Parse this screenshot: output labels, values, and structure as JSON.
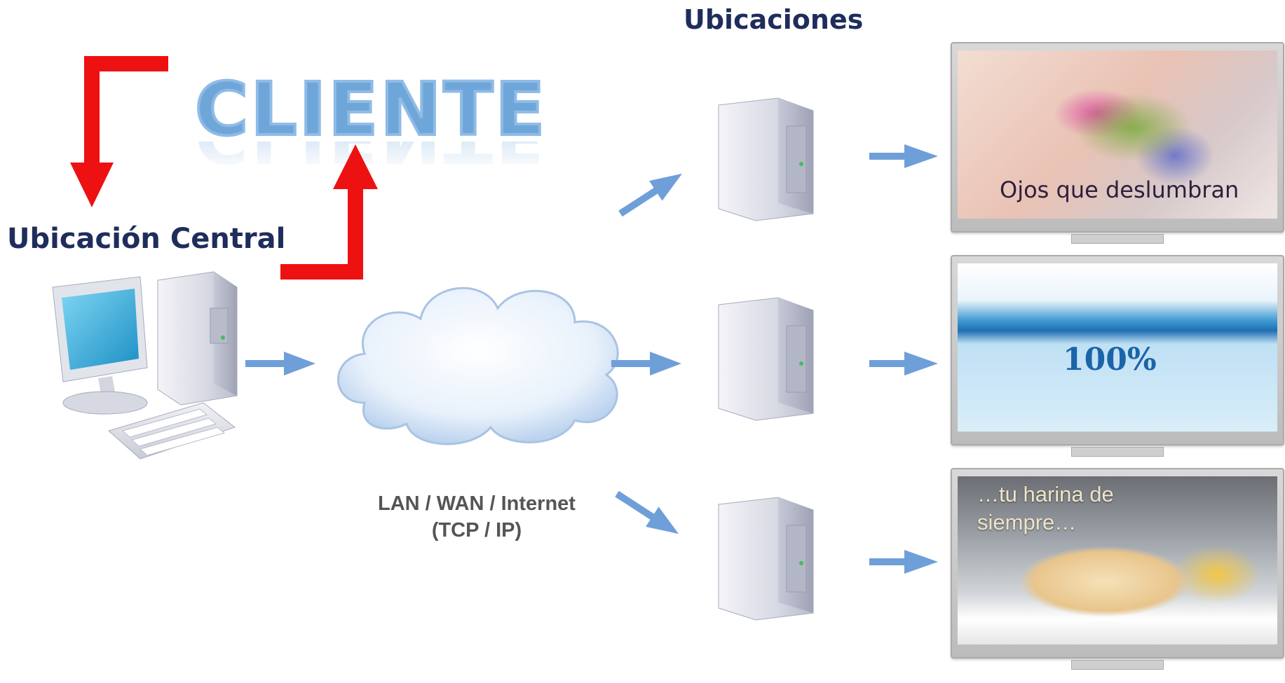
{
  "title": "Ubicaciones",
  "central_label": "Ubicación Central",
  "client_word": "CLIENTE",
  "network": {
    "line1": "LAN / WAN / Internet",
    "line2": "(TCP / IP)"
  },
  "screens": [
    {
      "caption": "Ojos que deslumbran"
    },
    {
      "caption": "100%"
    },
    {
      "caption_line1": "…tu harina de",
      "caption_line2": "siempre…"
    }
  ],
  "colors": {
    "heading": "#1f2d5c",
    "cliente": "#6fa6d9",
    "red_arrow": "#ee1111",
    "blue_arrow": "#6f9fd8"
  }
}
